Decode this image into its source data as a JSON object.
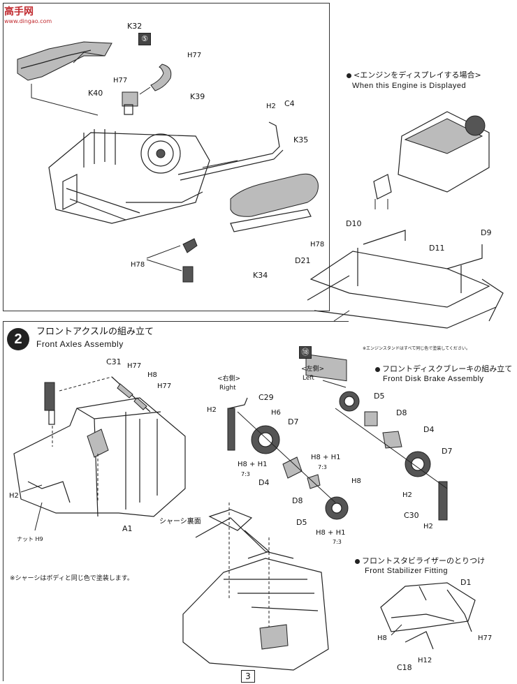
{
  "watermark": {
    "brand": "高手网",
    "url": "www.dingao.com"
  },
  "step1": {
    "labels": {
      "k32": "K32",
      "paint5": "⑤",
      "h77a": "H77",
      "h77b": "H77",
      "k40": "K40",
      "k39": "K39",
      "h2a": "H2",
      "c4": "C4",
      "k35": "K35",
      "h78a": "H78",
      "h78b": "H78",
      "k34": "K34"
    }
  },
  "engine_display": {
    "title_jp": "<エンジンをディスプレイする場合>",
    "title_en": "When this Engine is Displayed",
    "labels": {
      "d10": "D10",
      "d9": "D9",
      "d11": "D11",
      "d21": "D21",
      "paint18": "⑱"
    },
    "note": "※エンジンスタンドはすべて同じ色で塗装してください。"
  },
  "step2": {
    "number": "2",
    "title_jp": "フロントアクスルの組み立て",
    "title_en": "Front Axles Assembly",
    "labels": {
      "c31": "C31",
      "h77": "H77",
      "h8": "H8",
      "h77b": "H77",
      "h2": "H2",
      "nut": "ナット H9",
      "a1": "A1",
      "chassis_under": "シャーシ裏面"
    },
    "note": "※シャーシはボディと同じ色で塗装します。"
  },
  "right_side": {
    "jp": "<右側>",
    "en": "Right",
    "labels": {
      "c29": "C29",
      "h2": "H2",
      "h6": "H6",
      "d7": "D7",
      "h8h1": "H8 + H1",
      "ratio": "7:3",
      "d4": "D4",
      "d8": "D8",
      "d5": "D5"
    }
  },
  "left_side": {
    "jp": "<左側>",
    "en": "Left",
    "labels": {
      "h8h1": "H8 + H1",
      "ratio": "7:3",
      "h8": "H8",
      "h8h1b": "H8 + H1",
      "ratio_b": "7:3"
    }
  },
  "disk_brake": {
    "title_jp": "フロントディスクブレーキの組み立て",
    "title_en": "Front Disk Brake Assembly",
    "labels": {
      "d5": "D5",
      "d8": "D8",
      "d4": "D4",
      "d7": "D7",
      "h2": "H2",
      "c30": "C30",
      "h2b": "H2"
    }
  },
  "stabilizer": {
    "title_jp": "フロントスタビライザーのとりつけ",
    "title_en": "Front Stabilizer Fitting",
    "labels": {
      "d1": "D1",
      "h8": "H8",
      "h77": "H77",
      "c18": "C18",
      "h12": "H12"
    }
  },
  "page_number": "3"
}
